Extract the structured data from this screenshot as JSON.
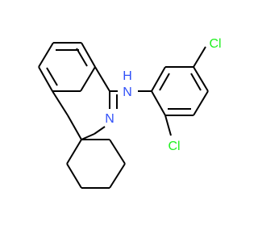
{
  "molecule": {
    "atoms": {
      "n_amine": {
        "symbol": "N",
        "hydrogen": "H"
      },
      "n_imine": {
        "symbol": "N"
      },
      "cl_top": {
        "symbol": "Cl"
      },
      "cl_bottom": {
        "symbol": "Cl"
      }
    },
    "colors": {
      "bond": "#000000",
      "nitrogen": "#3050F8",
      "chlorine": "#1FF01F",
      "background": "#ffffff"
    }
  }
}
